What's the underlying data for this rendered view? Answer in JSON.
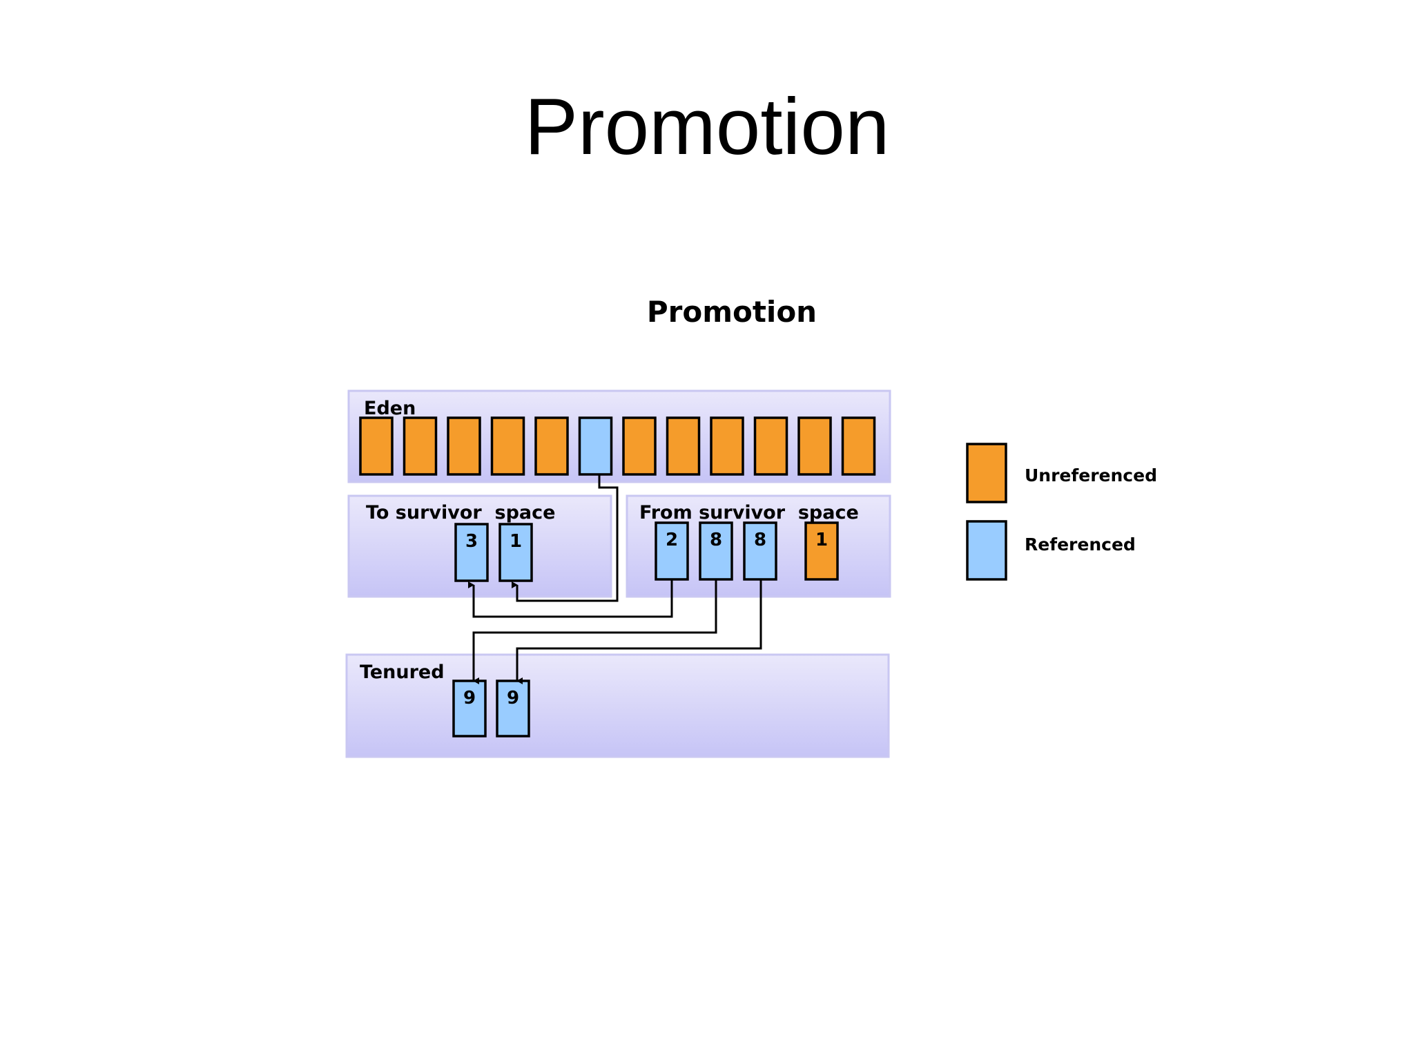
{
  "slide": {
    "title": "Promotion"
  },
  "diagram": {
    "title": "Promotion",
    "regions": {
      "eden": "Eden",
      "to_survivor": "To survivor  space",
      "from_survivor": "From survivor  space",
      "tenured": "Tenured"
    },
    "eden_objects": [
      "unreferenced",
      "unreferenced",
      "unreferenced",
      "unreferenced",
      "unreferenced",
      "referenced",
      "unreferenced",
      "unreferenced",
      "unreferenced",
      "unreferenced",
      "unreferenced",
      "unreferenced"
    ],
    "to_survivor_objects": [
      {
        "label": "3",
        "state": "referenced"
      },
      {
        "label": "1",
        "state": "referenced"
      }
    ],
    "from_survivor_objects": [
      {
        "label": "2",
        "state": "referenced"
      },
      {
        "label": "8",
        "state": "referenced"
      },
      {
        "label": "8",
        "state": "referenced"
      },
      {
        "label": "1",
        "state": "unreferenced"
      }
    ],
    "tenured_objects": [
      {
        "label": "9",
        "state": "referenced"
      },
      {
        "label": "9",
        "state": "referenced"
      }
    ],
    "legend": [
      {
        "label": "Unreferenced",
        "state": "unreferenced"
      },
      {
        "label": "Referenced",
        "state": "referenced"
      }
    ],
    "colors": {
      "unreferenced": "#F59C2B",
      "referenced": "#99CCFF",
      "region_top": "#EAE8FB",
      "region_bottom": "#C6C4F6",
      "region_border": "#C9C7F2"
    }
  }
}
